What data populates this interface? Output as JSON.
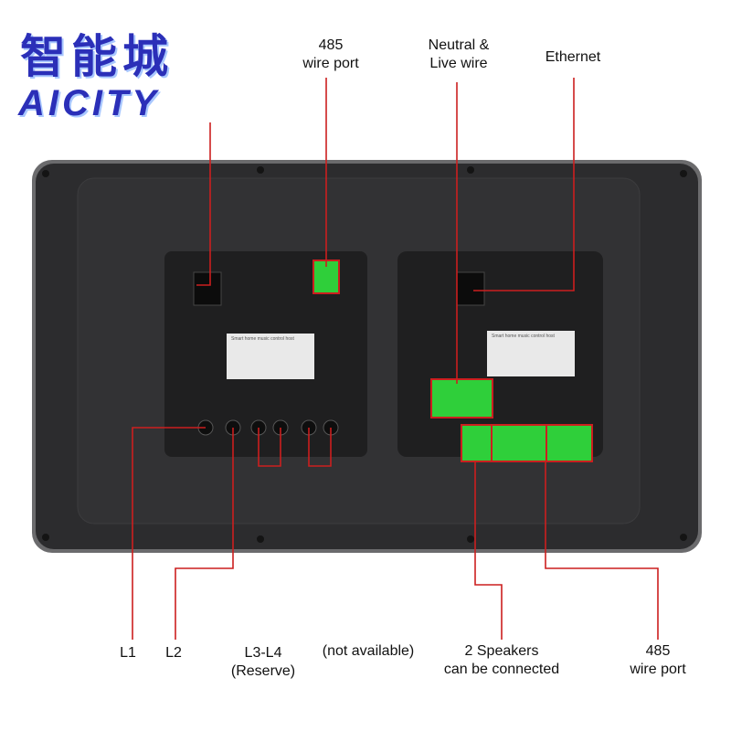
{
  "logo": {
    "chinese": "智能城",
    "english": "AICITY"
  },
  "labels": {
    "top_485": [
      "485",
      "wire port"
    ],
    "neutral_live": [
      "Neutral &",
      "Live wire"
    ],
    "ethernet": "Ethernet",
    "l1": "L1",
    "l2": "L2",
    "l3_l4": [
      "L3-L4",
      "(Reserve)"
    ],
    "not_available": "(not available)",
    "speakers": [
      "2 Speakers",
      "can be connected"
    ],
    "bottom_485": [
      "485",
      "wire port"
    ]
  },
  "stickers": {
    "left_title": "Smart home music control host",
    "right_title": "Smart home music control host"
  },
  "colors": {
    "line": "#cc1f1f",
    "device": "#2e2e30",
    "terminal": "#2fcf3a"
  }
}
